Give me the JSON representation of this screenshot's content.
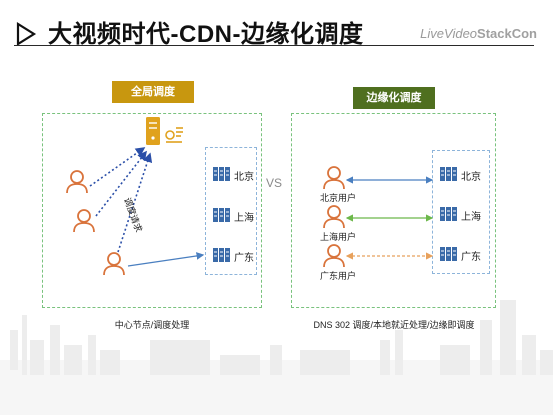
{
  "header": {
    "title": "大视频时代-CDN-边缘化调度",
    "brand_live": "Live",
    "brand_video": "Video",
    "brand_stack": "StackCon"
  },
  "colors": {
    "central_label_bg": "#c8970f",
    "edge_label_bg": "#4f6f1f",
    "panel_border": "#79c27d",
    "beijing_arrow": "#4a7fc0",
    "shanghai_arrow": "#6cb84a",
    "guangdong_arrow": "#e8a15c"
  },
  "left_panel": {
    "label": "全局调度",
    "request_label": "调度请求",
    "nodes": [
      "北京",
      "上海",
      "广东"
    ],
    "caption": "中心节点/调度处理"
  },
  "vs_text": "VS",
  "right_panel": {
    "label": "边缘化调度",
    "users": [
      "北京用户",
      "上海用户",
      "广东用户"
    ],
    "nodes": [
      "北京",
      "上海",
      "广东"
    ],
    "caption": "DNS 302 调度/本地就近处理/边缘即调度"
  }
}
